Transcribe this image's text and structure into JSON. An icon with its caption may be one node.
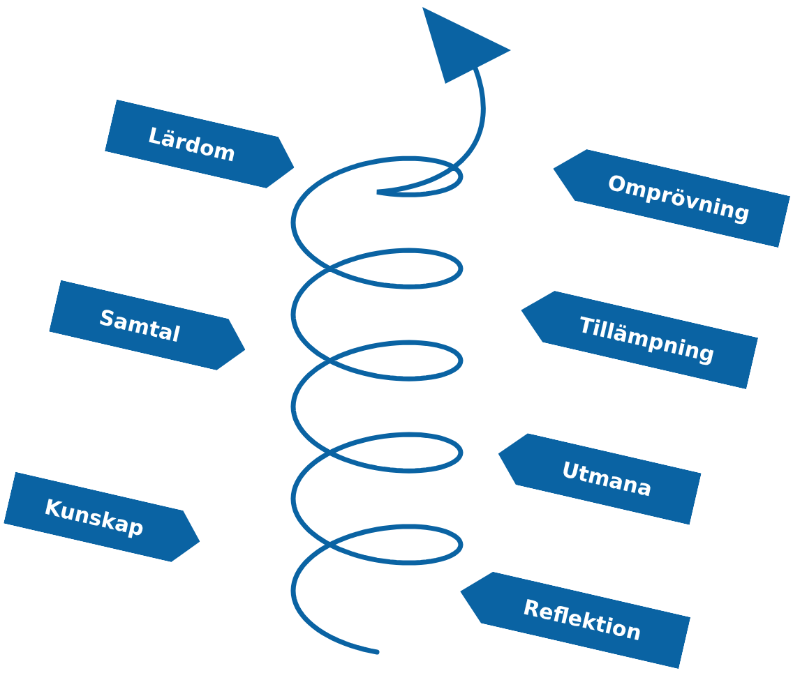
{
  "diagram": {
    "nodes": [
      {
        "text": [
          "Lärdom"
        ]
      },
      {
        "text": [
          "Omprövning"
        ]
      },
      {
        "text": [
          "Samtal"
        ]
      },
      {
        "text": [
          "Tillämpning"
        ]
      },
      {
        "text": [
          "Utmana"
        ]
      },
      {
        "text": [
          "Kunskap"
        ]
      },
      {
        "text": [
          "Reflektion"
        ]
      }
    ]
  }
}
